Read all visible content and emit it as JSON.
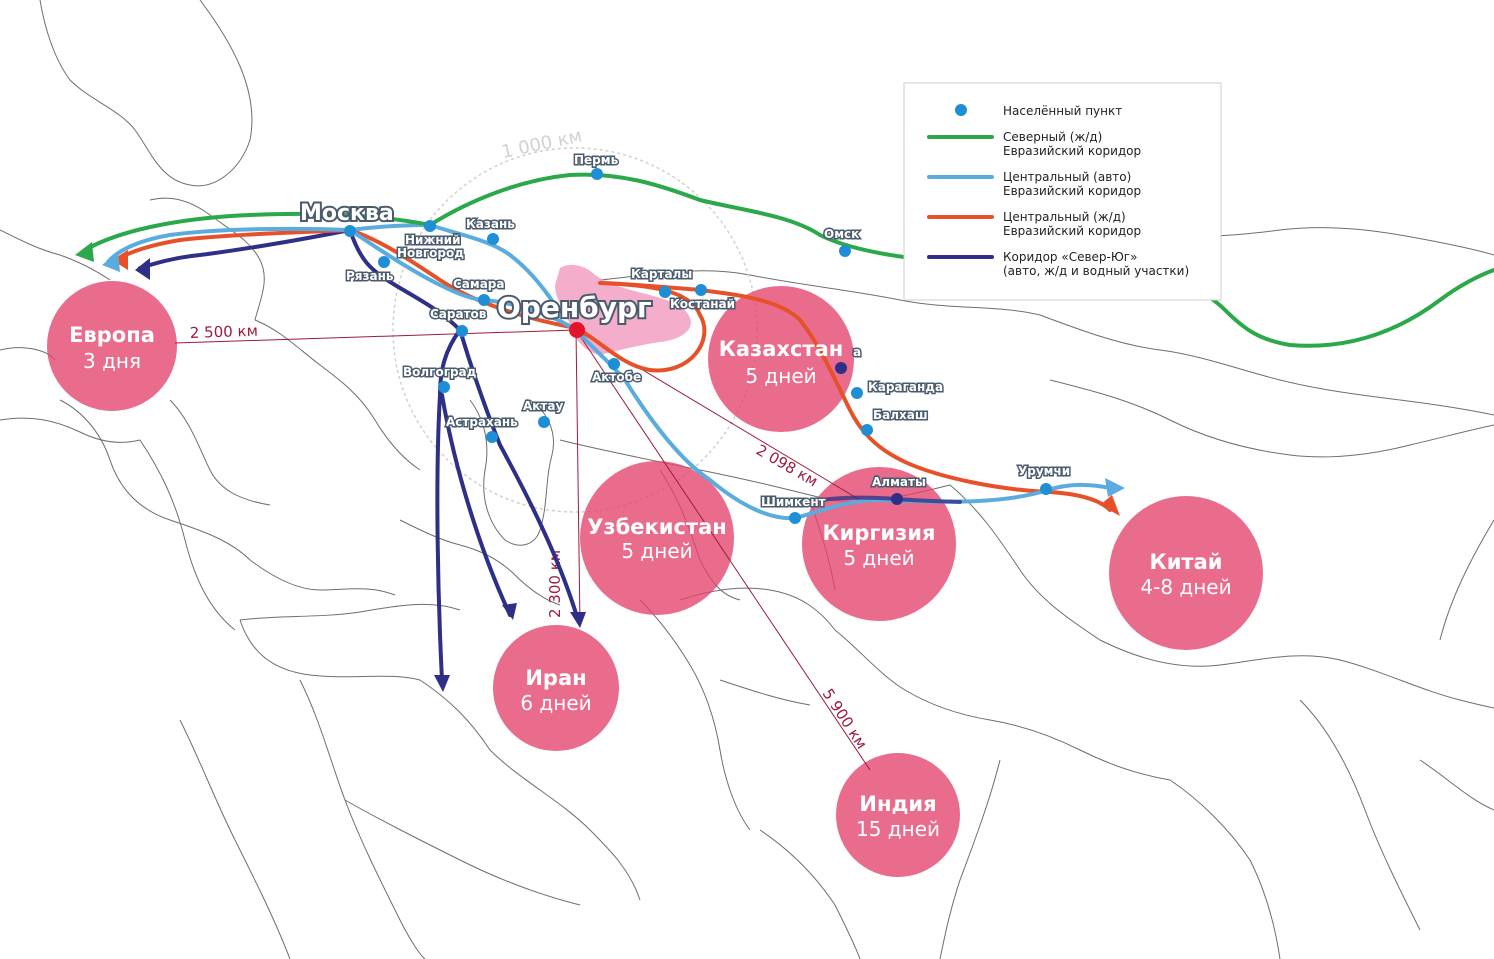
{
  "colors": {
    "north_rail": "#2aa84a",
    "central_auto": "#5aacdf",
    "central_rail": "#e6512a",
    "north_south": "#2e2f86",
    "destination": "#e4436d",
    "city": "#1e8fd6",
    "distance": "#9e1b3c",
    "orenburg_region": "#f2a0c2"
  },
  "radius_label": "1 000 км",
  "hub": {
    "name": "Оренбург"
  },
  "capital": {
    "name": "Москва"
  },
  "cities": {
    "perm": "Пермь",
    "kazan": "Казань",
    "nizhny_1": "Нижний",
    "nizhny_2": "Новгород",
    "ryazan": "Рязань",
    "samara": "Самара",
    "saratov": "Саратов",
    "volgograd": "Волгоград",
    "astrakhan": "Астрахань",
    "aktau": "Актау",
    "aktobe": "Актобе",
    "kartaly": "Карталы",
    "kostanay": "Костанай",
    "omsk": "Омск",
    "astana_fragment": "а",
    "karaganda": "Караганда",
    "balkhash": "Балхаш",
    "shymkent": "Шимкент",
    "almaty": "Алматы",
    "urumqi": "Урумчи"
  },
  "destinations": {
    "europe": {
      "name": "Европа",
      "days": "3 дня"
    },
    "kazakhstan": {
      "name": "Казахстан",
      "days": "5 дней"
    },
    "uzbekistan": {
      "name": "Узбекистан",
      "days": "5 дней"
    },
    "kyrgyzstan": {
      "name": "Киргизия",
      "days": "5 дней"
    },
    "china": {
      "name": "Китай",
      "days": "4-8 дней"
    },
    "iran": {
      "name": "Иран",
      "days": "6 дней"
    },
    "india": {
      "name": "Индия",
      "days": "15 дней"
    }
  },
  "distances": {
    "europe": "2 500 км",
    "kyrgyzstan": "2 098 км",
    "iran": "2 300 км",
    "india": "5 900 км"
  },
  "legend": {
    "settlement": "Населённый пункт",
    "north_rail_1": "Северный (ж/д)",
    "north_rail_2": "Евразийский коридор",
    "central_auto_1": "Центральный (авто)",
    "central_auto_2": "Евразийский коридор",
    "central_rail_1": "Центральный (ж/д)",
    "central_rail_2": "Евразийский коридор",
    "north_south_1": "Коридор «Север-Юг»",
    "north_south_2": "(авто, ж/д и водный участки)"
  }
}
